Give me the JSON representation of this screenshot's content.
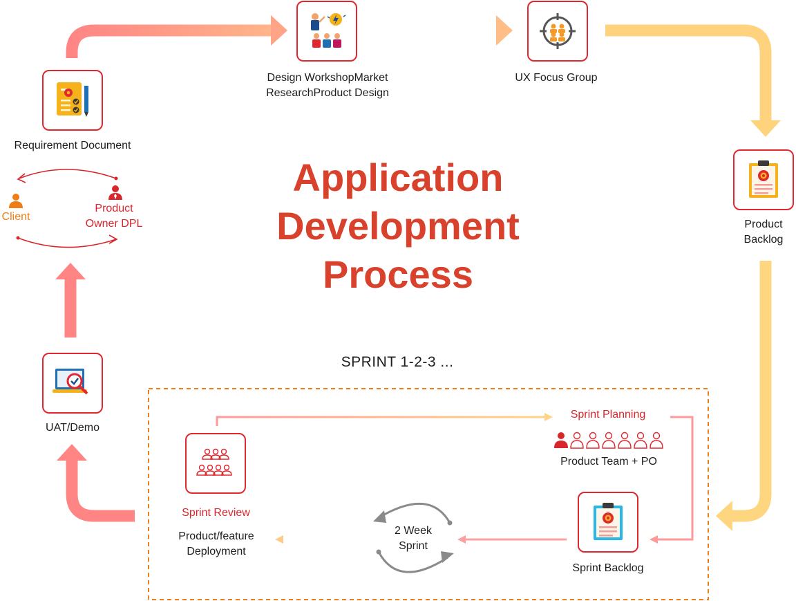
{
  "title": {
    "line1": "Application",
    "line2": "Development",
    "line3": "Process"
  },
  "nodes": {
    "requirement": "Requirement Document",
    "design_line1": "Design WorkshopMarket",
    "design_line2": "ResearchProduct Design",
    "ux": "UX Focus Group",
    "backlog_line1": "Product",
    "backlog_line2": "Backlog",
    "uat": "UAT/Demo"
  },
  "feedback": {
    "client": "Client",
    "owner_line1": "Product",
    "owner_line2": "Owner DPL"
  },
  "sprint": {
    "heading": "SPRINT 1-2-3 ...",
    "planning": "Sprint Planning",
    "team": "Product Team + PO",
    "review": "Sprint Review",
    "deployment_line1": "Product/feature",
    "deployment_line2": "Deployment",
    "cycle_line1": "2 Week",
    "cycle_line2": "Sprint",
    "sprint_backlog": "Sprint Backlog"
  },
  "colors": {
    "accent_red": "#e0272f",
    "title": "#d8412c",
    "arrow_pink": "#ff8a8a",
    "arrow_yellow": "#ffd680",
    "sprint_border": "#ef7e17"
  }
}
